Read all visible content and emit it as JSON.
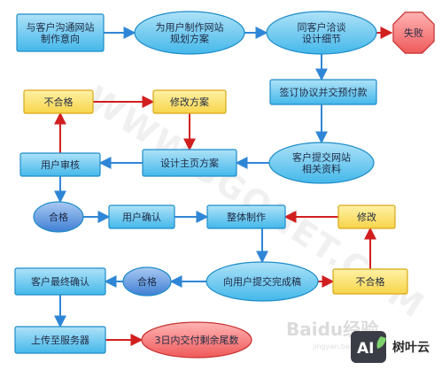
{
  "flowchart": {
    "nodes": {
      "contact_client": {
        "lines": [
          "与客户沟通网站",
          "制作意向"
        ],
        "shape": "rect",
        "color": "blue"
      },
      "make_plan": {
        "lines": [
          "为用户制作网站",
          "规划方案"
        ],
        "shape": "ellipse",
        "color": "blue"
      },
      "negotiate": {
        "lines": [
          "同客户洽谈",
          "设计细节"
        ],
        "shape": "ellipse",
        "color": "blue"
      },
      "fail": {
        "lines": [
          "失败"
        ],
        "shape": "octagon",
        "color": "red"
      },
      "sign_contract": {
        "lines": [
          "签订协议并交预付款"
        ],
        "shape": "rect",
        "color": "blue"
      },
      "submit_materials": {
        "lines": [
          "客户提交网站",
          "相关资料"
        ],
        "shape": "ellipse",
        "color": "blue"
      },
      "design_home": {
        "lines": [
          "设计主页方案"
        ],
        "shape": "rect",
        "color": "blue"
      },
      "reject_1": {
        "lines": [
          "不合格"
        ],
        "shape": "rect",
        "color": "yellow"
      },
      "revise_plan": {
        "lines": [
          "修改方案"
        ],
        "shape": "rect",
        "color": "yellow"
      },
      "user_review": {
        "lines": [
          "用户审核"
        ],
        "shape": "rect",
        "color": "blue"
      },
      "pass_1": {
        "lines": [
          "合格"
        ],
        "shape": "ellipse",
        "color": "dark-blue"
      },
      "user_confirm": {
        "lines": [
          "用户确认"
        ],
        "shape": "rect",
        "color": "blue"
      },
      "full_build": {
        "lines": [
          "整体制作"
        ],
        "shape": "rect",
        "color": "blue"
      },
      "modify": {
        "lines": [
          "修改"
        ],
        "shape": "rect",
        "color": "yellow"
      },
      "submit_final": {
        "lines": [
          "向用户提交完成稿"
        ],
        "shape": "ellipse",
        "color": "blue"
      },
      "pass_2": {
        "lines": [
          "合格"
        ],
        "shape": "ellipse",
        "color": "dark-blue"
      },
      "reject_2": {
        "lines": [
          "不合格"
        ],
        "shape": "rect",
        "color": "yellow"
      },
      "final_confirm": {
        "lines": [
          "客户最终确认"
        ],
        "shape": "rect",
        "color": "blue"
      },
      "upload": {
        "lines": [
          "上传至服务器"
        ],
        "shape": "rect",
        "color": "blue"
      },
      "final_payment": {
        "lines": [
          "3日内交付剩余尾数"
        ],
        "shape": "ellipse",
        "color": "red"
      }
    },
    "edges": [
      {
        "from": "contact_client",
        "to": "make_plan",
        "color": "blue"
      },
      {
        "from": "make_plan",
        "to": "negotiate",
        "color": "blue"
      },
      {
        "from": "negotiate",
        "to": "fail",
        "color": "red"
      },
      {
        "from": "negotiate",
        "to": "sign_contract",
        "color": "blue"
      },
      {
        "from": "sign_contract",
        "to": "submit_materials",
        "color": "blue"
      },
      {
        "from": "submit_materials",
        "to": "design_home",
        "color": "blue"
      },
      {
        "from": "design_home",
        "to": "user_review",
        "color": "blue"
      },
      {
        "from": "user_review",
        "to": "reject_1",
        "color": "red"
      },
      {
        "from": "reject_1",
        "to": "revise_plan",
        "color": "red"
      },
      {
        "from": "revise_plan",
        "to": "design_home",
        "color": "red"
      },
      {
        "from": "user_review",
        "to": "pass_1",
        "color": "blue"
      },
      {
        "from": "pass_1",
        "to": "user_confirm",
        "color": "blue"
      },
      {
        "from": "user_confirm",
        "to": "full_build",
        "color": "blue"
      },
      {
        "from": "full_build",
        "to": "submit_final",
        "color": "blue"
      },
      {
        "from": "submit_final",
        "to": "reject_2",
        "color": "red"
      },
      {
        "from": "reject_2",
        "to": "modify",
        "color": "red"
      },
      {
        "from": "modify",
        "to": "full_build",
        "color": "red"
      },
      {
        "from": "submit_final",
        "to": "pass_2",
        "color": "blue"
      },
      {
        "from": "pass_2",
        "to": "final_confirm",
        "color": "blue"
      },
      {
        "from": "final_confirm",
        "to": "upload",
        "color": "blue"
      },
      {
        "from": "upload",
        "to": "final_payment",
        "color": "red"
      }
    ],
    "colors": {
      "blue_fill": "#44b8ea",
      "blue_light": "#aee2f8",
      "blue_stroke": "#1e8cc8",
      "dark_blue_fill": "#3f7fd4",
      "dark_blue_light": "#a9c9f2",
      "yellow_fill": "#f7d44a",
      "yellow_light": "#fff2a6",
      "yellow_stroke": "#d9a81a",
      "red_fill": "#ef5a5a",
      "red_light": "#ffb3b3",
      "red_stroke": "#c83232",
      "edge_blue": "#2f86d6",
      "edge_red": "#d11f1f",
      "text": "#1f2a44"
    }
  },
  "watermarks": {
    "site": "WWW.3GONET.COM",
    "baidu": "Baidu经验",
    "baidu_url": "jingyan.baidu.com"
  },
  "badge": {
    "logo": "AI",
    "brand": "树叶云"
  }
}
